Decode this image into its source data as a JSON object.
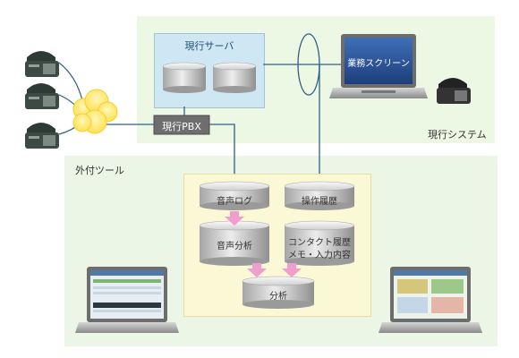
{
  "current_system": {
    "title": "現行システム",
    "server_label": "現行サーバ",
    "pbx_label": "現行PBX",
    "screen_label": "業務スクリーン"
  },
  "external_tools": {
    "title": "外付ツール",
    "db_voice_log": "音声ログ",
    "db_operation_history": "操作履歴",
    "db_voice_analysis": "音声分析",
    "db_contact_history_line1": "コンタクト履歴",
    "db_contact_history_line2": "メモ・入力内容",
    "db_analysis": "分析"
  },
  "colors": {
    "system_bg": "#ecf7e4",
    "tools_bg": "#ebf6e6",
    "server_box": "#cfe6f3",
    "analysis_area": "#fbf8d6",
    "pbx_box": "#6e6e6e",
    "connector_line": "#2e5f88",
    "arrow_pink": "#ef9ecd",
    "cloud": "#ffe877"
  }
}
